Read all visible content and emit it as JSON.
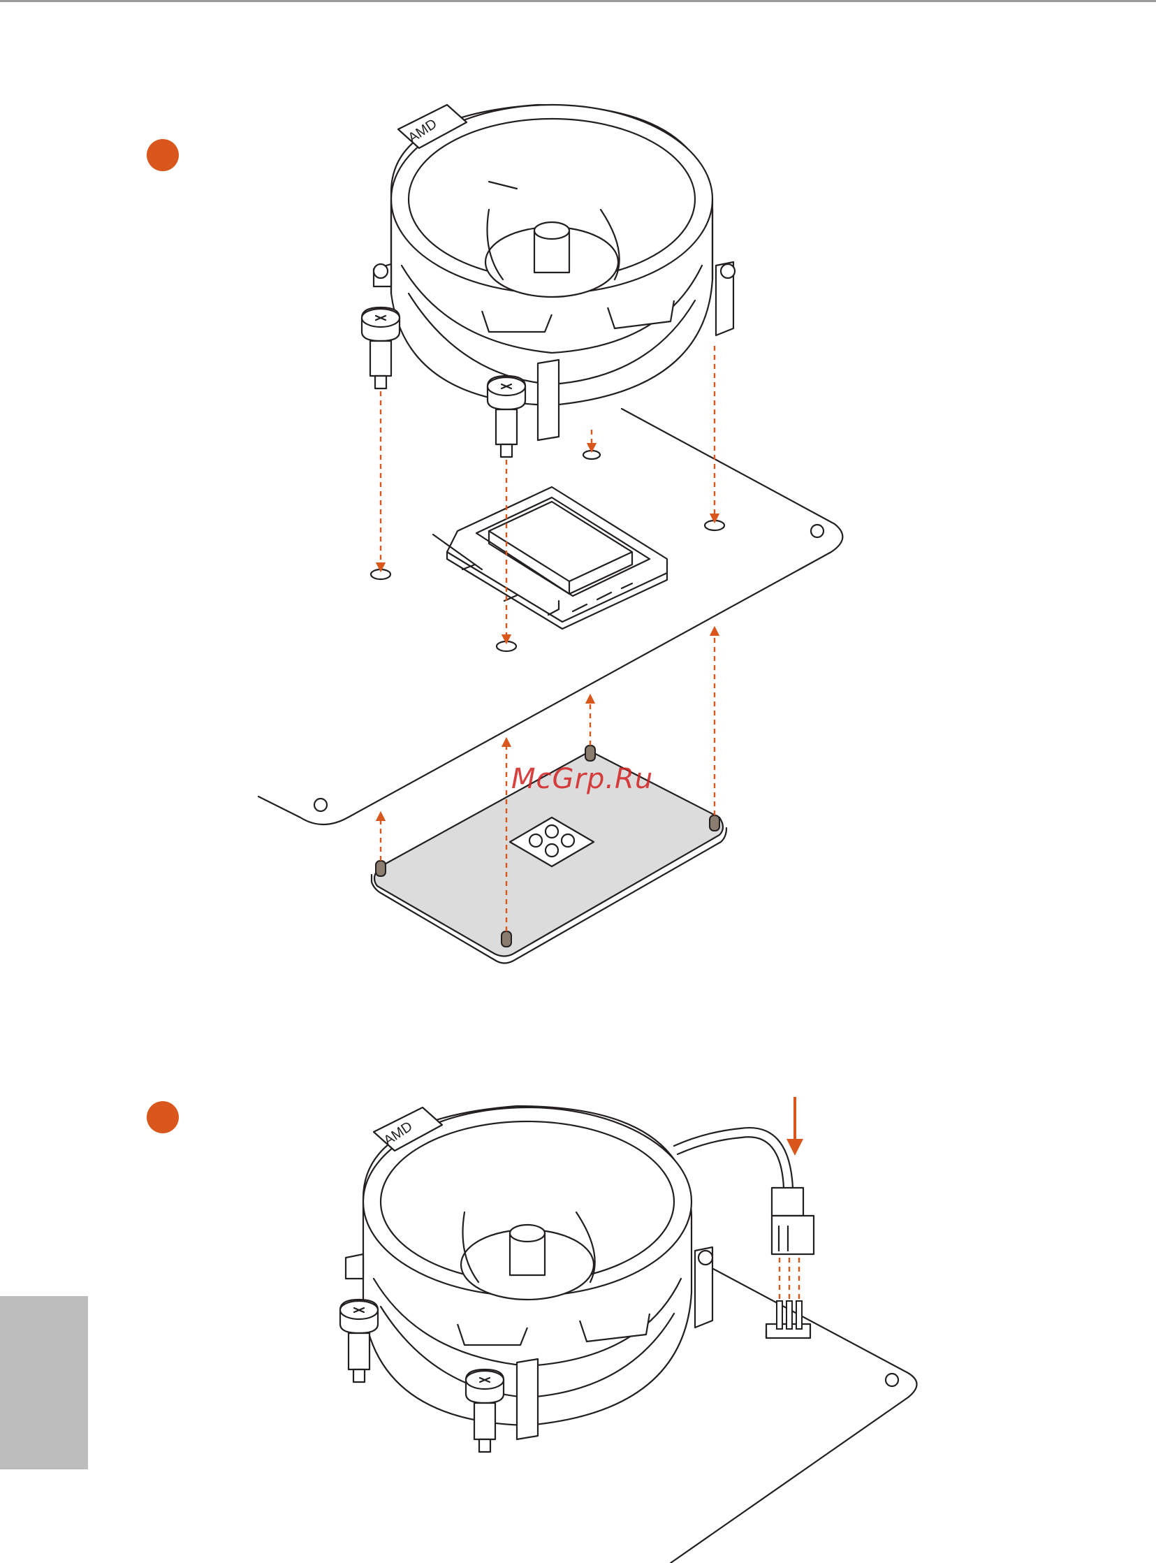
{
  "page": {
    "accent_color": "#d9571d",
    "rule_color": "#9a9a9a",
    "tab_color": "#bdbdbd"
  },
  "steps": [
    {
      "id": "step-a",
      "marker_color": "#d9571d"
    },
    {
      "id": "step-b",
      "marker_color": "#d9571d"
    }
  ],
  "cooler": {
    "brand_text": "AMD"
  },
  "watermark": {
    "text": "McGrp.Ru",
    "color": "#d31f1f"
  },
  "icons": [
    "step-marker-dot",
    "cooler-fan-icon",
    "screw-icon",
    "cpu-socket-icon",
    "backplate-icon",
    "fan-connector-icon",
    "fan-header-icon",
    "arrow-icon"
  ]
}
